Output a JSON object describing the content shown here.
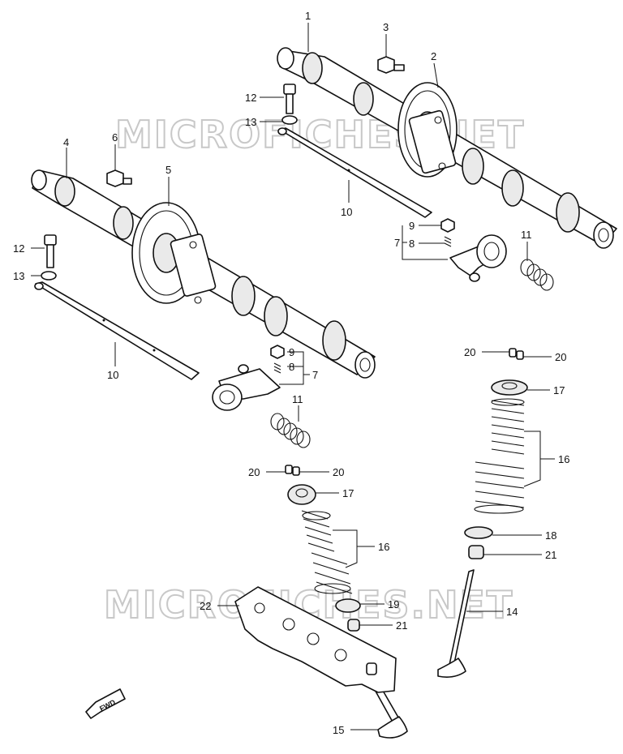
{
  "watermark": "MICROFICHES.NET",
  "direction_label": "FWD",
  "callouts": [
    {
      "id": "c1",
      "text": "1"
    },
    {
      "id": "c2",
      "text": "2"
    },
    {
      "id": "c3",
      "text": "3"
    },
    {
      "id": "c4",
      "text": "4"
    },
    {
      "id": "c5",
      "text": "5"
    },
    {
      "id": "c6",
      "text": "6"
    },
    {
      "id": "c7a",
      "text": "7"
    },
    {
      "id": "c7b",
      "text": "7"
    },
    {
      "id": "c8a",
      "text": "8"
    },
    {
      "id": "c8b",
      "text": "8"
    },
    {
      "id": "c9a",
      "text": "9"
    },
    {
      "id": "c9b",
      "text": "9"
    },
    {
      "id": "c10a",
      "text": "10"
    },
    {
      "id": "c10b",
      "text": "10"
    },
    {
      "id": "c11a",
      "text": "11"
    },
    {
      "id": "c11b",
      "text": "11"
    },
    {
      "id": "c12a",
      "text": "12"
    },
    {
      "id": "c12b",
      "text": "12"
    },
    {
      "id": "c13a",
      "text": "13"
    },
    {
      "id": "c13b",
      "text": "13"
    },
    {
      "id": "c14",
      "text": "14"
    },
    {
      "id": "c15",
      "text": "15"
    },
    {
      "id": "c16a",
      "text": "16"
    },
    {
      "id": "c16b",
      "text": "16"
    },
    {
      "id": "c17a",
      "text": "17"
    },
    {
      "id": "c17b",
      "text": "17"
    },
    {
      "id": "c18",
      "text": "18"
    },
    {
      "id": "c19",
      "text": "19"
    },
    {
      "id": "c20a",
      "text": "20"
    },
    {
      "id": "c20b",
      "text": "20"
    },
    {
      "id": "c20c",
      "text": "20"
    },
    {
      "id": "c20d",
      "text": "20"
    },
    {
      "id": "c21a",
      "text": "21"
    },
    {
      "id": "c21b",
      "text": "21"
    },
    {
      "id": "c22",
      "text": "22"
    }
  ]
}
